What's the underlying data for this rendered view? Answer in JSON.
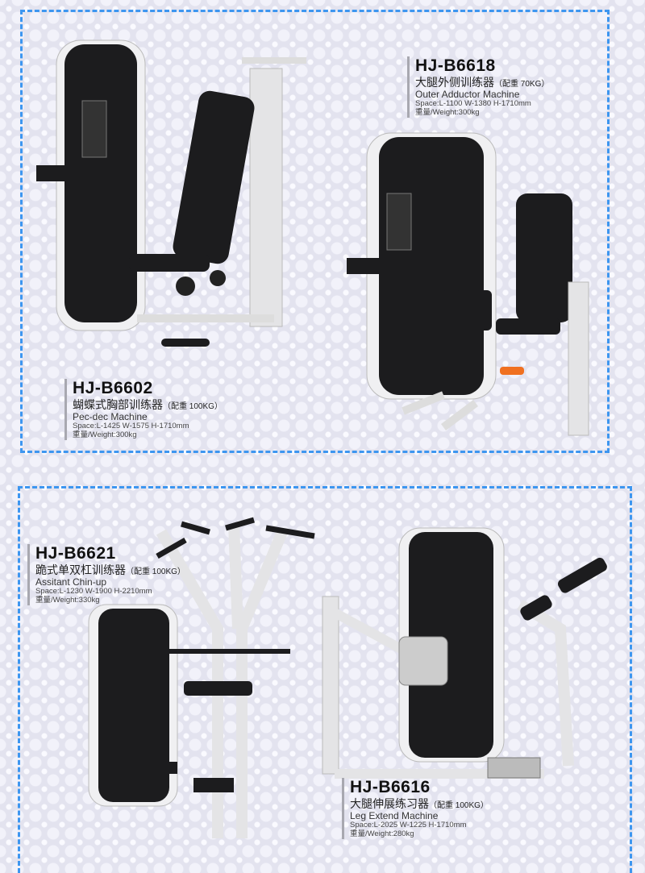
{
  "products": [
    {
      "model": "HJ-B6618",
      "name_cn": "大腿外侧训练器",
      "weight_stack": "（配重 70KG）",
      "name_en": "Outer Adductor Machine",
      "space": "Space:L-1100 W-1380  H-1710mm",
      "weight": "重量/Weight:300kg"
    },
    {
      "model": "HJ-B6602",
      "name_cn": "蝴蝶式胸部训练器",
      "weight_stack": "（配重 100KG）",
      "name_en": "Pec-dec Machine",
      "space": "Space:L-1425 W-1575  H-1710mm",
      "weight": "重量/Weight:300kg"
    },
    {
      "model": "HJ-B6621",
      "name_cn": "跪式单双杠训练器",
      "weight_stack": "（配重 100KG）",
      "name_en": "Assitant Chin-up",
      "space": "Space:L-1230 W-1900  H-2210mm",
      "weight": "重量/Weight:330kg"
    },
    {
      "model": "HJ-B6616",
      "name_cn": "大腿伸展练习器",
      "weight_stack": "（配重 100KG）",
      "name_en": "Leg Extend Machine",
      "space": "Space:L-2025 W-1225  H-1710mm",
      "weight": "重量/Weight:280kg"
    }
  ],
  "colors": {
    "border": "#3d96f0",
    "frame": "#e8e8ea",
    "pad": "#1c1c1e"
  }
}
